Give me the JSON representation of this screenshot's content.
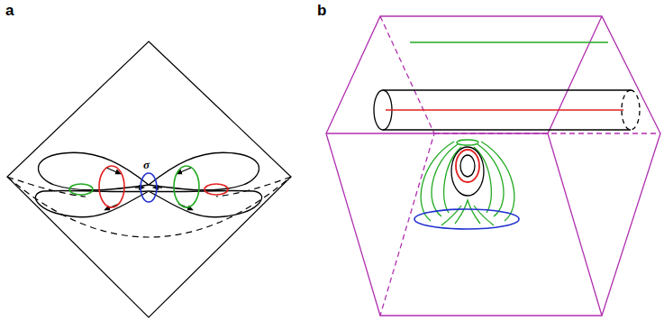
{
  "diagram": {
    "labels": [
      "a",
      "b",
      "σ"
    ]
  }
}
